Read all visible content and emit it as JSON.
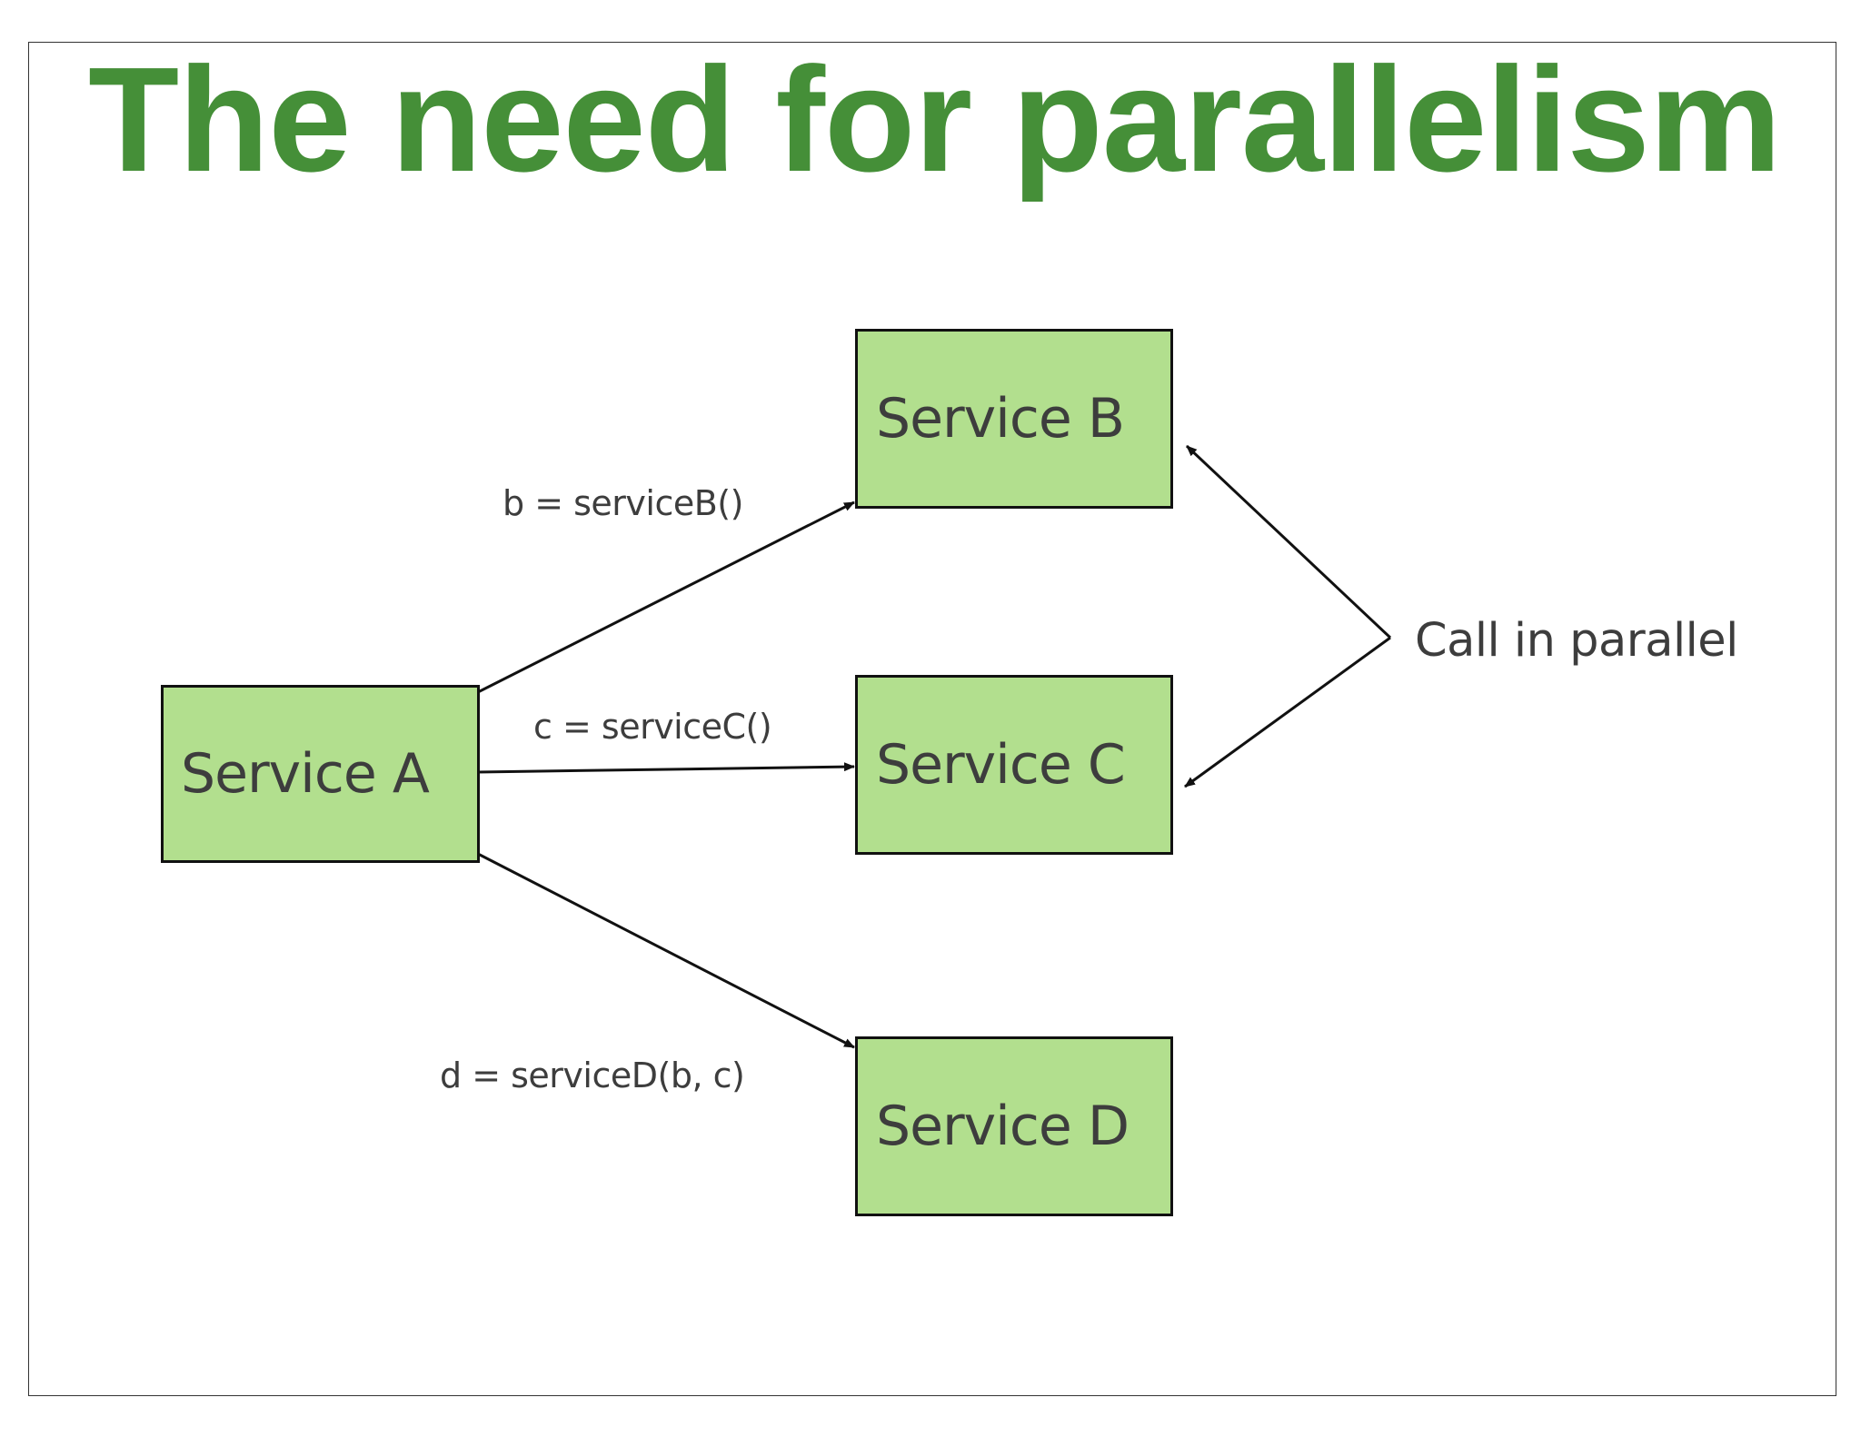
{
  "slide": {
    "title": "The need for parallelism",
    "title_color": "#458f38"
  },
  "diagram": {
    "box_fill": "#b2df8e",
    "nodes": {
      "service_a": "Service A",
      "service_b": "Service B",
      "service_c": "Service C",
      "service_d": "Service D"
    },
    "edges": {
      "a_to_b": "b = serviceB()",
      "a_to_c": "c = serviceC()",
      "a_to_d": "d = serviceD(b, c)"
    },
    "annotation": "Call in parallel"
  }
}
